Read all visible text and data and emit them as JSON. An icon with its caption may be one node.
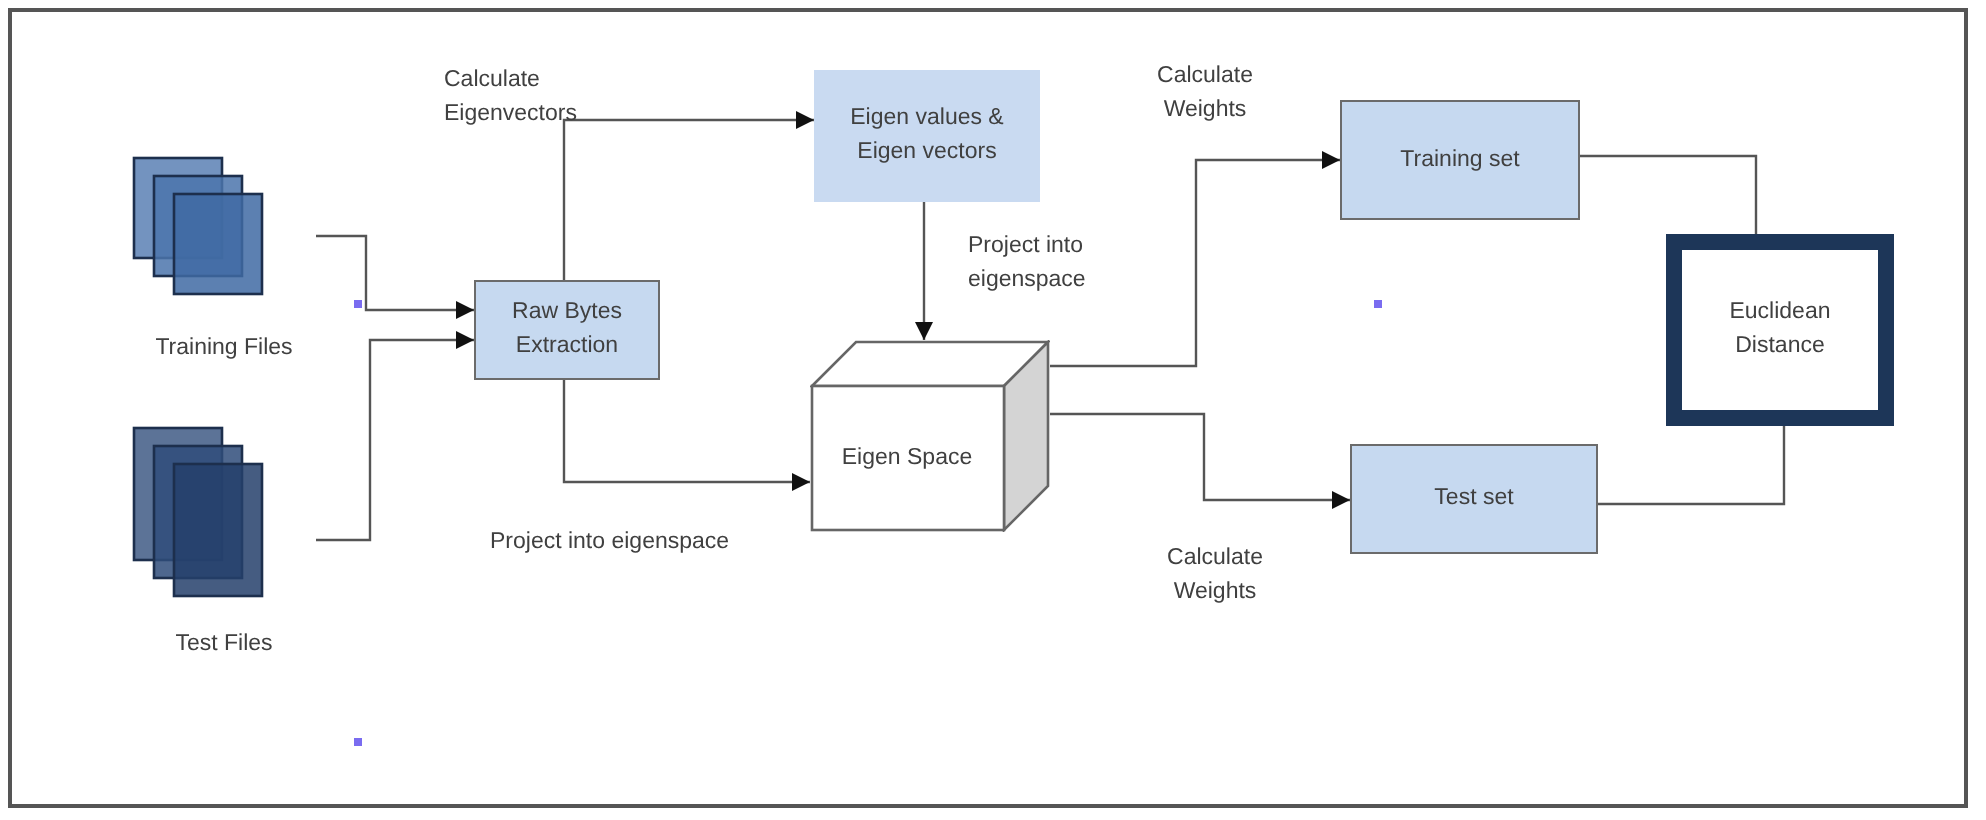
{
  "diagram": {
    "nodes": [
      {
        "text": [
          "Training Files"
        ]
      },
      {
        "text": [
          "Test Files"
        ]
      },
      {
        "text": [
          "Raw Bytes Extraction"
        ]
      },
      {
        "text": [
          "Eigen values & Eigen vectors"
        ]
      },
      {
        "text": [
          "Eigen Space"
        ]
      },
      {
        "text": [
          "Training set"
        ]
      },
      {
        "text": [
          "Test set"
        ]
      },
      {
        "text": [
          "Euclidean Distance"
        ]
      }
    ],
    "edges": [
      {
        "from": 0,
        "to": 2,
        "arrow": "to"
      },
      {
        "from": 1,
        "to": 2,
        "arrow": "to"
      },
      {
        "from": 2,
        "to": 3,
        "arrow": "to",
        "label": "Calculate Eigenvectors"
      },
      {
        "from": 2,
        "to": 4,
        "arrow": "to",
        "label": "Project into eigenspace"
      },
      {
        "from": 3,
        "to": 4,
        "arrow": "to",
        "label": "Project into eigenspace"
      },
      {
        "from": 4,
        "to": 5,
        "arrow": "to",
        "label": "Calculate Weights"
      },
      {
        "from": 4,
        "to": 6,
        "arrow": "to",
        "label": "Calculate Weights"
      },
      {
        "from": 5,
        "to": 7,
        "arrow": "none"
      },
      {
        "from": 6,
        "to": 7,
        "arrow": "none"
      }
    ]
  }
}
